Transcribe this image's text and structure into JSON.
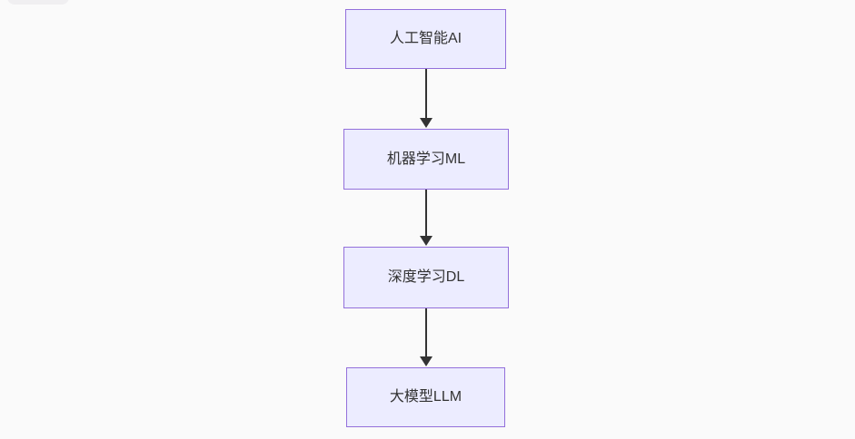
{
  "diagram": {
    "type": "flowchart",
    "direction": "top-down",
    "background_color": "#fafafa",
    "node_fill_color": "#ECECFF",
    "node_border_color": "#9370DB",
    "edge_color": "#333333",
    "text_color": "#333333",
    "nodes": [
      {
        "label": "人工智能AI"
      },
      {
        "label": "机器学习ML"
      },
      {
        "label": "深度学习DL"
      },
      {
        "label": "大模型LLM"
      }
    ],
    "edges": [
      {
        "from": 0,
        "to": 1
      },
      {
        "from": 1,
        "to": 2
      },
      {
        "from": 2,
        "to": 3
      }
    ]
  }
}
